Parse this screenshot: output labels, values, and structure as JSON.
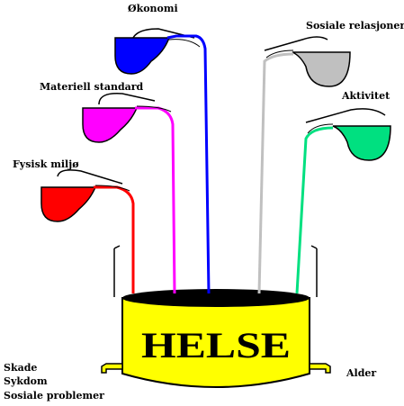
{
  "labels": {
    "okonomi": "Økonomi",
    "sosiale_relasjoner": "Sosiale relasjoner",
    "materiell_standard": "Materiell standard",
    "aktivitet": "Aktivitet",
    "fysisk_miljo": "Fysisk miljø",
    "helse": "HELSE",
    "alder": "Alder",
    "skade": "Skade",
    "sykdom": "Sykdom",
    "sosiale_problemer": "Sosiale problemer"
  },
  "colors": {
    "okonomi": "#0000ff",
    "sosiale_relasjoner": "#c0c0c0",
    "materiell_standard": "#ff00ff",
    "aktivitet": "#00e080",
    "fysisk_miljo": "#ff0000",
    "pot": "#ffff00"
  }
}
